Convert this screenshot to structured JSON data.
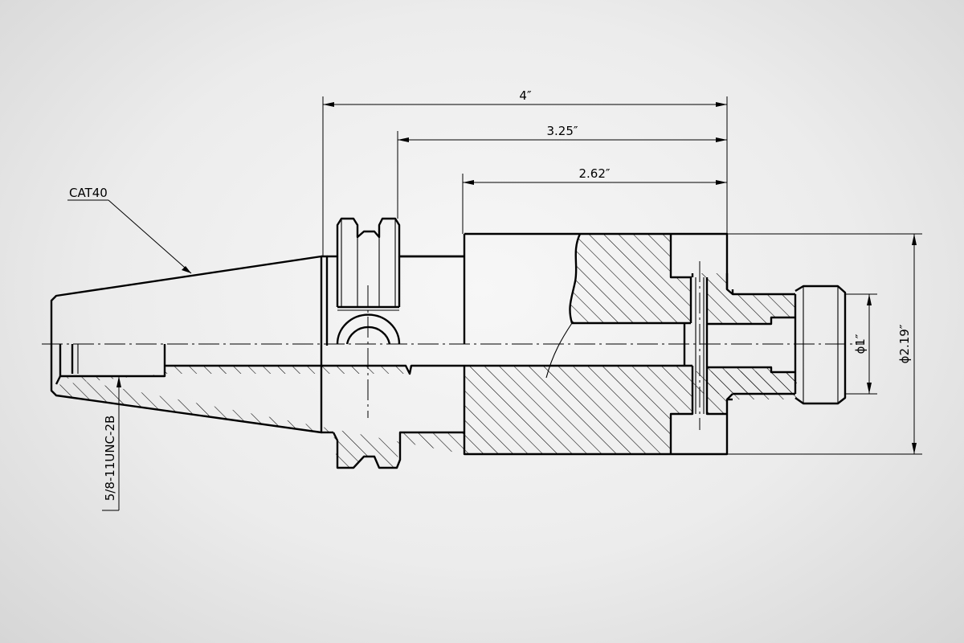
{
  "drawing": {
    "dimensions": {
      "overall_length": "4″",
      "flange_to_end": "3.25″",
      "body_length": "2.62″",
      "bore_diameter": "ϕ1″",
      "body_diameter": "ϕ2.19″"
    },
    "callouts": {
      "taper": "CAT40",
      "thread": "5/8-11UNC-2B"
    },
    "colors": {
      "line": "#000000",
      "background": "#ececec"
    }
  }
}
